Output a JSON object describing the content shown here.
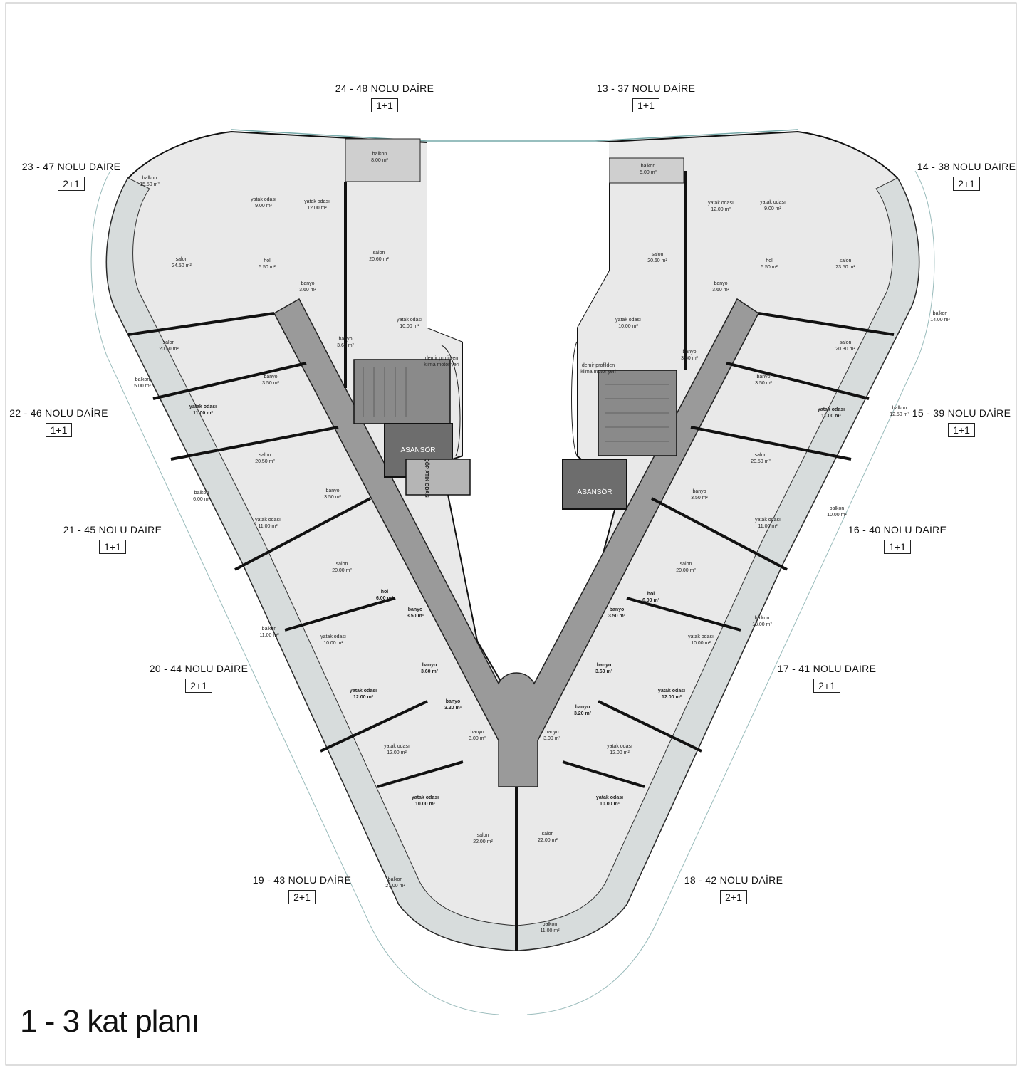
{
  "caption": "1 - 3 kat planı",
  "units": [
    {
      "id": "u24",
      "name": "24 - 48 NOLU DAİRE",
      "type": "1+1"
    },
    {
      "id": "u13",
      "name": "13 - 37 NOLU DAİRE",
      "type": "1+1"
    },
    {
      "id": "u23",
      "name": "23 - 47 NOLU DAİRE",
      "type": "2+1"
    },
    {
      "id": "u14",
      "name": "14 - 38 NOLU DAİRE",
      "type": "2+1"
    },
    {
      "id": "u22",
      "name": "22 - 46 NOLU DAİRE",
      "type": "1+1"
    },
    {
      "id": "u15",
      "name": "15 - 39 NOLU DAİRE",
      "type": "1+1"
    },
    {
      "id": "u21",
      "name": "21 - 45 NOLU DAİRE",
      "type": "1+1"
    },
    {
      "id": "u16",
      "name": "16 - 40 NOLU DAİRE",
      "type": "1+1"
    },
    {
      "id": "u20",
      "name": "20 - 44 NOLU DAİRE",
      "type": "2+1"
    },
    {
      "id": "u17",
      "name": "17 - 41 NOLU DAİRE",
      "type": "2+1"
    },
    {
      "id": "u19",
      "name": "19 - 43 NOLU DAİRE",
      "type": "2+1"
    },
    {
      "id": "u18",
      "name": "18 - 42 NOLU DAİRE",
      "type": "2+1"
    }
  ],
  "elevator_label": "ASANSÖR",
  "shaft_label": "ÇÖP ATIK ODASI",
  "ac_note": [
    "demir profilden",
    "klima motor yeri"
  ],
  "rooms": [
    {
      "n": "balkon",
      "a": "8.00 m²"
    },
    {
      "n": "balkon",
      "a": "5.00 m²"
    },
    {
      "n": "balkon",
      "a": "15.50 m²"
    },
    {
      "n": "yatak odası",
      "a": "9.00 m²"
    },
    {
      "n": "yatak odası",
      "a": "12.00 m²"
    },
    {
      "n": "salon",
      "a": "24.50 m²"
    },
    {
      "n": "hol",
      "a": "5.50 m²"
    },
    {
      "n": "banyo",
      "a": "3.60 m²"
    },
    {
      "n": "salon",
      "a": "20.60 m²"
    },
    {
      "n": "yatak odası",
      "a": "10.00 m²"
    },
    {
      "n": "banyo",
      "a": "3.60 m²"
    },
    {
      "n": "salon",
      "a": "20.50 m²"
    },
    {
      "n": "balkon",
      "a": "5.00 m²"
    },
    {
      "n": "banyo",
      "a": "3.50 m²"
    },
    {
      "n": "yatak odası",
      "a": "11.00 m²"
    },
    {
      "n": "salon",
      "a": "20.50 m²"
    },
    {
      "n": "balkon",
      "a": "6.00 m²"
    },
    {
      "n": "banyo",
      "a": "3.50 m²"
    },
    {
      "n": "yatak odası",
      "a": "11.00 m²"
    },
    {
      "n": "salon",
      "a": "20.00 m²"
    },
    {
      "n": "hol",
      "a": "6.00 m²"
    },
    {
      "n": "banyo",
      "a": "3.50 m²"
    },
    {
      "n": "balkon",
      "a": "11.00 m²"
    },
    {
      "n": "yatak odası",
      "a": "10.00 m²"
    },
    {
      "n": "banyo",
      "a": "3.60 m²"
    },
    {
      "n": "yatak odası",
      "a": "12.00 m²"
    },
    {
      "n": "banyo",
      "a": "3.20 m²"
    },
    {
      "n": "banyo",
      "a": "3.00 m²"
    },
    {
      "n": "yatak odası",
      "a": "12.00 m²"
    },
    {
      "n": "yatak odası",
      "a": "10.00 m²"
    },
    {
      "n": "salon",
      "a": "22.00 m²"
    },
    {
      "n": "balkon",
      "a": "27.00 m²"
    },
    {
      "n": "yatak odası",
      "a": "12.00 m²"
    },
    {
      "n": "yatak odası",
      "a": "9.00 m²"
    },
    {
      "n": "salon",
      "a": "20.60 m²"
    },
    {
      "n": "hol",
      "a": "5.50 m²"
    },
    {
      "n": "salon",
      "a": "23.50 m²"
    },
    {
      "n": "banyo",
      "a": "3.60 m²"
    },
    {
      "n": "balkon",
      "a": "14.00 m²"
    },
    {
      "n": "yatak odası",
      "a": "10.00 m²"
    },
    {
      "n": "banyo",
      "a": "3.60 m²"
    },
    {
      "n": "salon",
      "a": "20.30 m²"
    },
    {
      "n": "banyo",
      "a": "3.50 m²"
    },
    {
      "n": "yatak odası",
      "a": "11.00 m²"
    },
    {
      "n": "balkon",
      "a": "12.50 m²"
    },
    {
      "n": "salon",
      "a": "20.50 m²"
    },
    {
      "n": "banyo",
      "a": "3.50 m²"
    },
    {
      "n": "yatak odası",
      "a": "11.00 m²"
    },
    {
      "n": "balkon",
      "a": "10.00 m²"
    },
    {
      "n": "salon",
      "a": "20.00 m²"
    },
    {
      "n": "hol",
      "a": "6.00 m²"
    },
    {
      "n": "banyo",
      "a": "3.50 m²"
    },
    {
      "n": "balkon",
      "a": "13.00 m²"
    },
    {
      "n": "yatak odası",
      "a": "10.00 m²"
    },
    {
      "n": "banyo",
      "a": "3.60 m²"
    },
    {
      "n": "yatak odası",
      "a": "12.00 m²"
    },
    {
      "n": "banyo",
      "a": "3.20 m²"
    },
    {
      "n": "banyo",
      "a": "3.00 m²"
    },
    {
      "n": "yatak odası",
      "a": "12.00 m²"
    },
    {
      "n": "yatak odası",
      "a": "10.00 m²"
    },
    {
      "n": "salon",
      "a": "22.00 m²"
    },
    {
      "n": "balkon",
      "a": "11.00 m²"
    }
  ]
}
